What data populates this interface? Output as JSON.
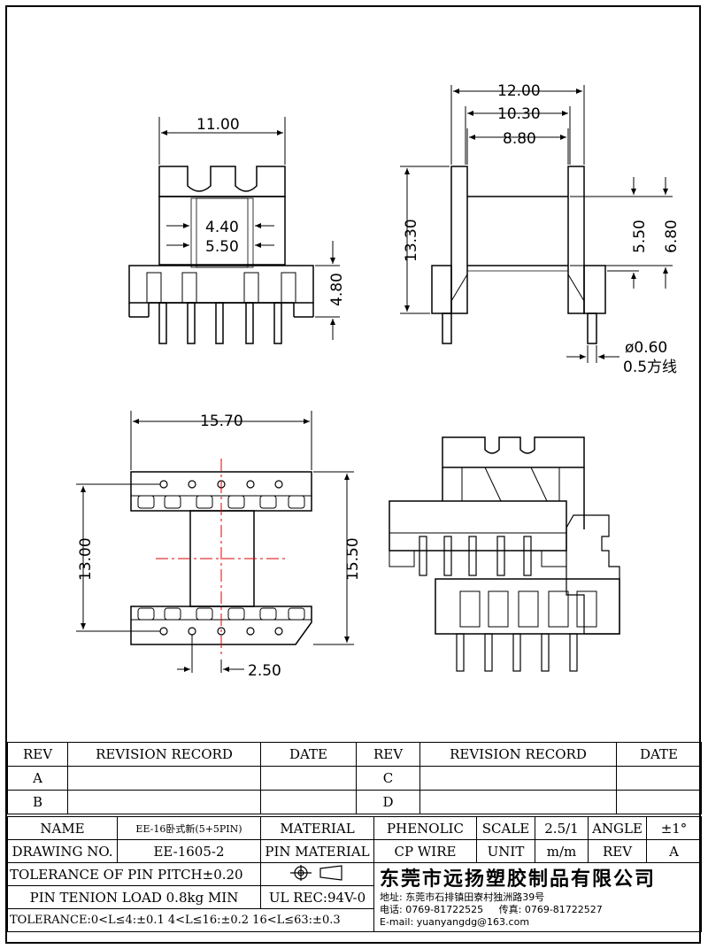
{
  "dimensions": {
    "top_left": {
      "width": "11.00",
      "inner_top": "4.40",
      "inner_bottom": "5.50",
      "base_height": "4.80"
    },
    "top_right": {
      "outer": "12.00",
      "mid": "10.30",
      "inner": "8.80",
      "height": "13.30",
      "inner_h": "5.50",
      "outer_h": "6.80",
      "pin_dia": "ø0.60",
      "pin_square": "0.5方线"
    },
    "bottom_left": {
      "width": "15.70",
      "inner_h": "13.00",
      "outer_h": "15.50",
      "pitch": "2.50"
    }
  },
  "revision_table": {
    "headers": [
      "REV",
      "REVISION RECORD",
      "DATE",
      "REV",
      "REVISION RECORD",
      "DATE"
    ],
    "rows": [
      [
        "A",
        "",
        "",
        "C",
        "",
        ""
      ],
      [
        "B",
        "",
        "",
        "D",
        "",
        ""
      ]
    ]
  },
  "title_block": {
    "name_label": "NAME",
    "name_value": "EE-16卧式新(5+5PIN)",
    "material_label": "MATERIAL",
    "material_value": "PHENOLIC",
    "scale_label": "SCALE",
    "scale_value": "2.5/1",
    "angle_label": "ANGLE",
    "angle_value": "±1°",
    "drawing_no_label": "DRAWING NO.",
    "drawing_no_value": "EE-1605-2",
    "pin_material_label": "PIN MATERIAL",
    "pin_material_value": "CP WIRE",
    "unit_label": "UNIT",
    "unit_value": "m/m",
    "rev_label": "REV",
    "rev_value": "A",
    "tolerance_pitch": "TOLERANCE OF PIN PITCH±0.20",
    "pin_tension": "PIN TENION LOAD 0.8kg MIN",
    "ul_rec": "UL REC:94V-0",
    "tolerance": "TOLERANCE:0<L≤4:±0.1  4<L≤16:±0.2  16<L≤63:±0.3",
    "company": "东莞市远扬塑胶制品有限公司",
    "address": "地址: 东莞市石排镇田寮村独洲路39号",
    "phone": "电话: 0769-81722525",
    "fax": "传真: 0769-81722527",
    "email": "E-mail: yuanyangdg@163.com"
  }
}
